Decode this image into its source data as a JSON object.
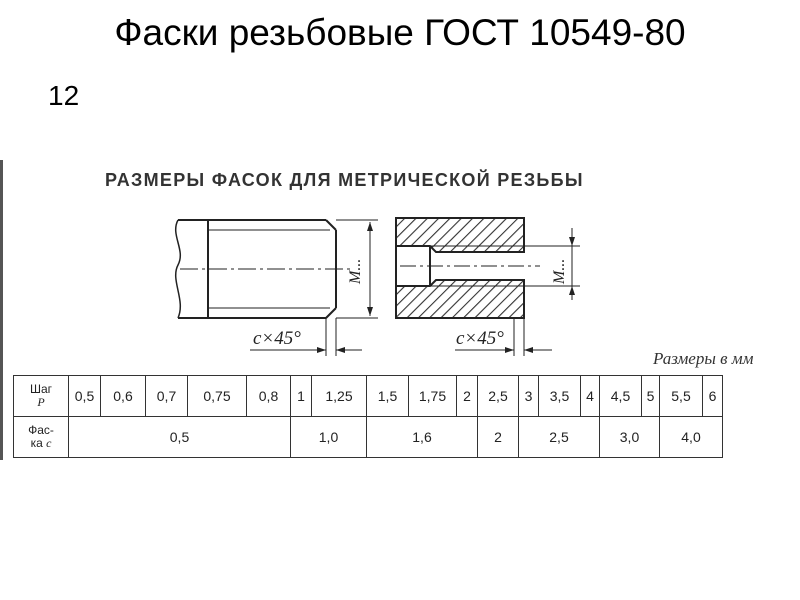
{
  "slide": {
    "title": "Фаски резьбовые ГОСТ 10549-80",
    "page_number": "12"
  },
  "figure": {
    "heading": "РАЗМЕРЫ ФАСОК ДЛЯ МЕТРИЧЕСКОЙ РЕЗЬБЫ",
    "units_note": "Размеры в мм",
    "external_thread": {
      "diameter_label": "М...",
      "chamfer_label": "c×45°"
    },
    "internal_thread": {
      "diameter_label": "М...",
      "chamfer_label": "c×45°"
    }
  },
  "table": {
    "pitch_header": {
      "word": "Шаг",
      "symbol": "P"
    },
    "chamfer_header": {
      "word": "Фас-",
      "word2": "ка",
      "symbol": "c"
    },
    "pitches": [
      "0,5",
      "0,6",
      "0,7",
      "0,75",
      "0,8",
      "1",
      "1,25",
      "1,5",
      "1,75",
      "2",
      "2,5",
      "3",
      "3,5",
      "4",
      "4,5",
      "5",
      "5,5",
      "6"
    ],
    "chamfers": [
      {
        "value": "0,5",
        "span": 5
      },
      {
        "value": "1,0",
        "span": 2
      },
      {
        "value": "1,6",
        "span": 3
      },
      {
        "value": "2",
        "span": 1
      },
      {
        "value": "2,5",
        "span": 3
      },
      {
        "value": "3,0",
        "span": 2
      },
      {
        "value": "4,0",
        "span": 3
      }
    ]
  }
}
